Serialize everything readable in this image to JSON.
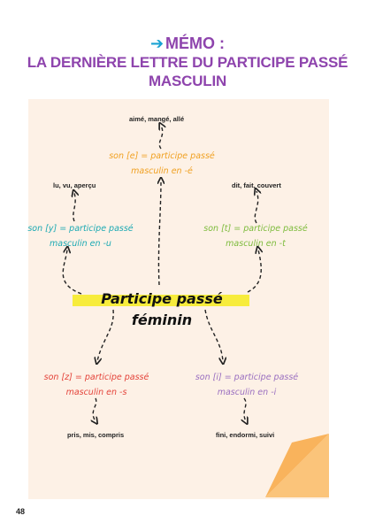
{
  "header": {
    "title": "MÉMO :",
    "subtitle_line1": "LA DERNIÈRE LETTRE DU PARTICIPE PASSÉ",
    "subtitle_line2": "MASCULIN"
  },
  "center": {
    "label": "Participe passé féminin"
  },
  "rules": {
    "e": {
      "line1": "son [e] = participe passé",
      "line2": "masculin en -é",
      "examples": "aimé, mangé, allé"
    },
    "y": {
      "line1": "son [y] = participe passé",
      "line2": "masculin en -u",
      "examples": "lu, vu, aperçu"
    },
    "t": {
      "line1": "son [t] = participe passé",
      "line2": "masculin en -t",
      "examples": "dit, fait, couvert"
    },
    "z": {
      "line1": "son [z] = participe passé",
      "line2": "masculin en -s",
      "examples": "pris, mis, compris"
    },
    "i": {
      "line1": "son [i] = participe passé",
      "line2": "masculin en -i",
      "examples": "fini, endormi, suivi"
    }
  },
  "page": {
    "number": "48"
  },
  "colors": {
    "title": "#8e44ad",
    "arrow": "#19a3d3",
    "card": "#fdf1e6",
    "corner": "#fbc47a",
    "highlight": "#f7ec3c"
  }
}
